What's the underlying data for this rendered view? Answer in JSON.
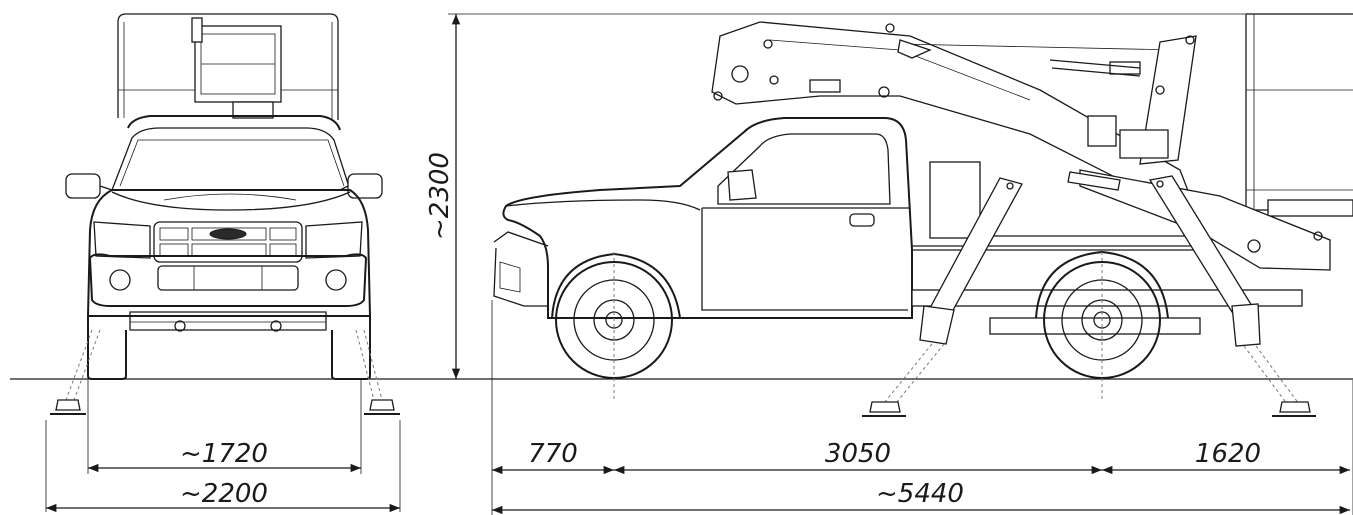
{
  "dimensions": {
    "front_track": "~1720",
    "front_outrigger_span": "~2200",
    "height": "~2300",
    "front_overhang": "770",
    "wheelbase": "3050",
    "rear_overhang": "1620",
    "overall_length": "~5440"
  }
}
